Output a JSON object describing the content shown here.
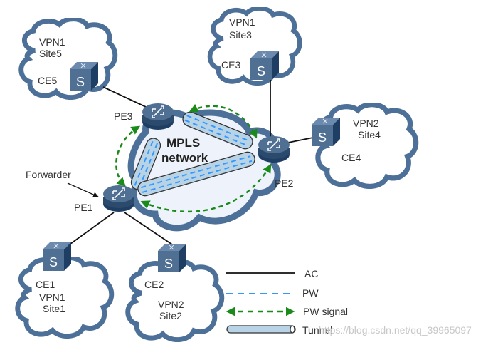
{
  "diagram": {
    "colors": {
      "cloud_stroke": "#4d7099",
      "cloud_fill": "#ffffff",
      "mpls_fill": "#eef3fb",
      "device_top": "#4f6f93",
      "device_side": "#2c4a6b",
      "ac_line": "#111111",
      "pw_line": "#3399ff",
      "pw_signal": "#1a8a1a",
      "tunnel_fill": "#b9d3e6"
    },
    "core": {
      "label_line1": "MPLS",
      "label_line2": "network"
    },
    "pe_routers": [
      {
        "id": "pe1",
        "label": "PE1"
      },
      {
        "id": "pe2",
        "label": "PE2"
      },
      {
        "id": "pe3",
        "label": "PE3"
      }
    ],
    "ce_switches": [
      {
        "id": "ce1",
        "label": "CE1",
        "icon_letter": "S",
        "site_line1": "VPN1",
        "site_line2": "Site1",
        "attached_to": "PE1"
      },
      {
        "id": "ce2",
        "label": "CE2",
        "icon_letter": "S",
        "site_line1": "VPN2",
        "site_line2": "Site2",
        "attached_to": "PE1"
      },
      {
        "id": "ce3",
        "label": "CE3",
        "icon_letter": "S",
        "site_line1": "VPN1",
        "site_line2": "Site3",
        "attached_to": "PE2"
      },
      {
        "id": "ce4",
        "label": "CE4",
        "icon_letter": "S",
        "site_line1": "VPN2",
        "site_line2": "Site4",
        "attached_to": "PE2"
      },
      {
        "id": "ce5",
        "label": "CE5",
        "icon_letter": "S",
        "site_line1": "VPN1",
        "site_line2": "Site5",
        "attached_to": "PE3"
      }
    ],
    "annotation": {
      "label": "Forwarder",
      "points_to": "PE1"
    },
    "tunnels": [
      {
        "from": "PE1",
        "to": "PE3"
      },
      {
        "from": "PE1",
        "to": "PE2"
      },
      {
        "from": "PE3",
        "to": "PE2"
      }
    ],
    "pw_signals": [
      {
        "from": "PE1",
        "to": "PE3"
      },
      {
        "from": "PE1",
        "to": "PE2"
      },
      {
        "from": "PE3",
        "to": "PE2"
      }
    ],
    "legend": [
      {
        "key": "ac",
        "label": "AC"
      },
      {
        "key": "pw",
        "label": "PW"
      },
      {
        "key": "pw_signal",
        "label": "PW signal"
      },
      {
        "key": "tunnel",
        "label": "Tunnel"
      }
    ],
    "watermark": "https://blog.csdn.net/qq_39965097"
  }
}
